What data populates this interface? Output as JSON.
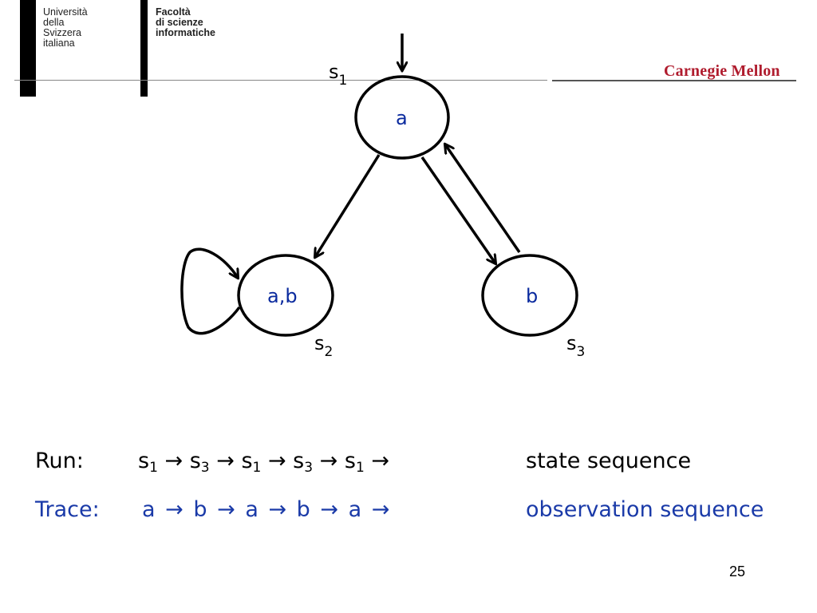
{
  "header": {
    "university_lines": [
      "Università",
      "della",
      "Svizzera",
      "italiana"
    ],
    "faculty_lines": [
      "Facoltà",
      "di scienze",
      "informatiche"
    ],
    "cmu_logo_text": "Carnegie Mellon"
  },
  "diagram": {
    "states": [
      {
        "id": "s1",
        "name": "s",
        "sub": "1",
        "labels": "a"
      },
      {
        "id": "s2",
        "name": "s",
        "sub": "2",
        "labels": "a,b"
      },
      {
        "id": "s3",
        "name": "s",
        "sub": "3",
        "labels": "b"
      }
    ]
  },
  "run": {
    "label": "Run:",
    "steps": [
      {
        "s": "s",
        "sub": "1"
      },
      {
        "s": "s",
        "sub": "3"
      },
      {
        "s": "s",
        "sub": "1"
      },
      {
        "s": "s",
        "sub": "3"
      },
      {
        "s": "s",
        "sub": "1"
      }
    ],
    "arrow": "→",
    "description": "state sequence"
  },
  "trace": {
    "label": "Trace:",
    "steps": [
      "a",
      "b",
      "a",
      "b",
      "a"
    ],
    "arrow": "→",
    "description": "observation sequence"
  },
  "page_number": "25"
}
